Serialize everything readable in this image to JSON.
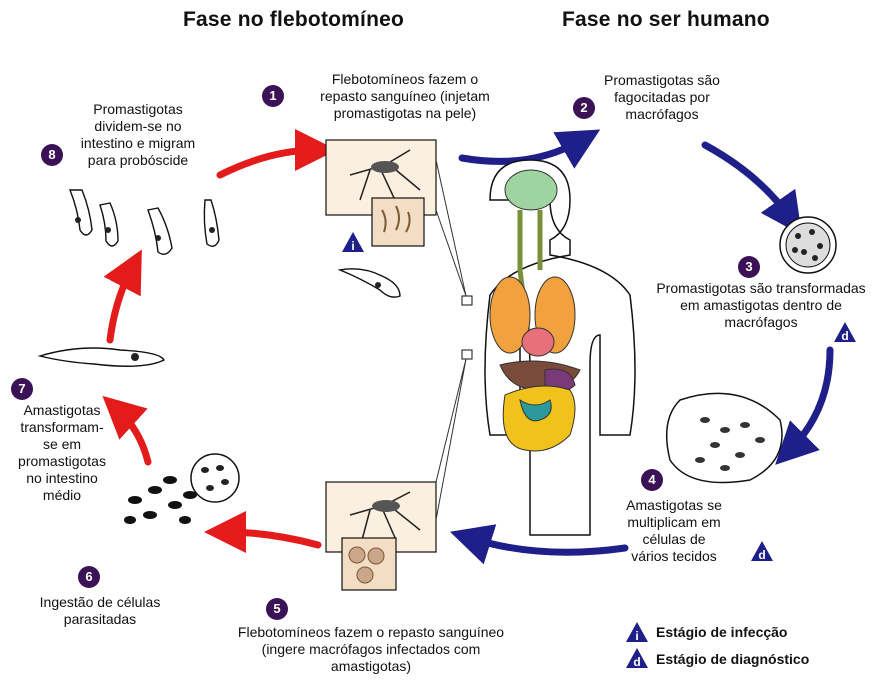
{
  "titles": {
    "left": "Fase no flebotomíneo",
    "right": "Fase no ser humano"
  },
  "steps": [
    {
      "number": "1",
      "text": "Flebotomíneos fazem o\nrepasto sanguíneo (injetam\npromastigotas na pele)"
    },
    {
      "number": "2",
      "text": "Promastigotas são\nfagocitadas por\nmacrófagos"
    },
    {
      "number": "3",
      "text": "Promastigotas são transformadas\nem amastigotas dentro de\nmacrófagos"
    },
    {
      "number": "4",
      "text": "Amastigotas se\nmultiplicam em\ncélulas de\nvários tecidos"
    },
    {
      "number": "5",
      "text": "Flebotomíneos fazem o repasto sanguíneo\n(ingere macrófagos infectados com\namastigotas)"
    },
    {
      "number": "6",
      "text": "Ingestão de células\nparasitadas"
    },
    {
      "number": "7",
      "text": "Amastigotas\ntransformam-\nse em\npromastigotas\nno intestino\nmédio"
    },
    {
      "number": "8",
      "text": "Promastigotas\ndividem-se no\nintestino e migram\npara probóscide"
    }
  ],
  "stage_markers": {
    "infection": "i",
    "diagnostic": "d"
  },
  "legend": {
    "infection_label": "Estágio de infecção",
    "diagnostic_label": "Estágio de diagnóstico"
  },
  "colors": {
    "human_phase_arrow": "#1f1f8a",
    "sandfly_phase_arrow": "#e31b1b",
    "step_badge": "#3b1256",
    "marker": "#1f1f8a"
  },
  "icons": [
    "sandfly-icon",
    "macrophage-icon",
    "human-body-icon",
    "promastigote-icon"
  ]
}
